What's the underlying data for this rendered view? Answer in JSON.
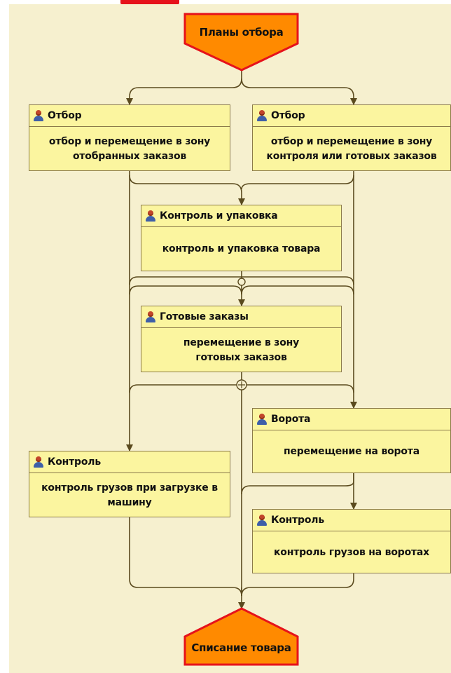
{
  "start": {
    "label": "Планы отбора"
  },
  "end": {
    "label": "Списание товара"
  },
  "nodes": [
    {
      "title": "Отбор",
      "text": "отбор и перемещение в зону отобранных заказов",
      "icon": "user-icon"
    },
    {
      "title": "Отбор",
      "text": "отбор и перемещение в зону контроля или готовых заказов",
      "icon": "user-icon"
    },
    {
      "title": "Контроль и упаковка",
      "text": "контроль и упаковка товара",
      "icon": "user-icon"
    },
    {
      "title": "Готовые заказы",
      "text": "перемещение в зону готовых заказов",
      "icon": "user-icon"
    },
    {
      "title": "Ворота",
      "text": "перемещение на ворота",
      "icon": "user-icon"
    },
    {
      "title": "Контроль",
      "text": "контроль грузов при загрузке в машину",
      "icon": "user-icon"
    },
    {
      "title": "Контроль",
      "text": "контроль грузов на воротах",
      "icon": "user-icon"
    }
  ],
  "colors": {
    "canvas": "#f6f0cf",
    "node_fill": "#fbf59f",
    "terminal_fill": "#ff8a00",
    "terminal_border": "#e6121b",
    "connector": "#5a4a1e"
  }
}
